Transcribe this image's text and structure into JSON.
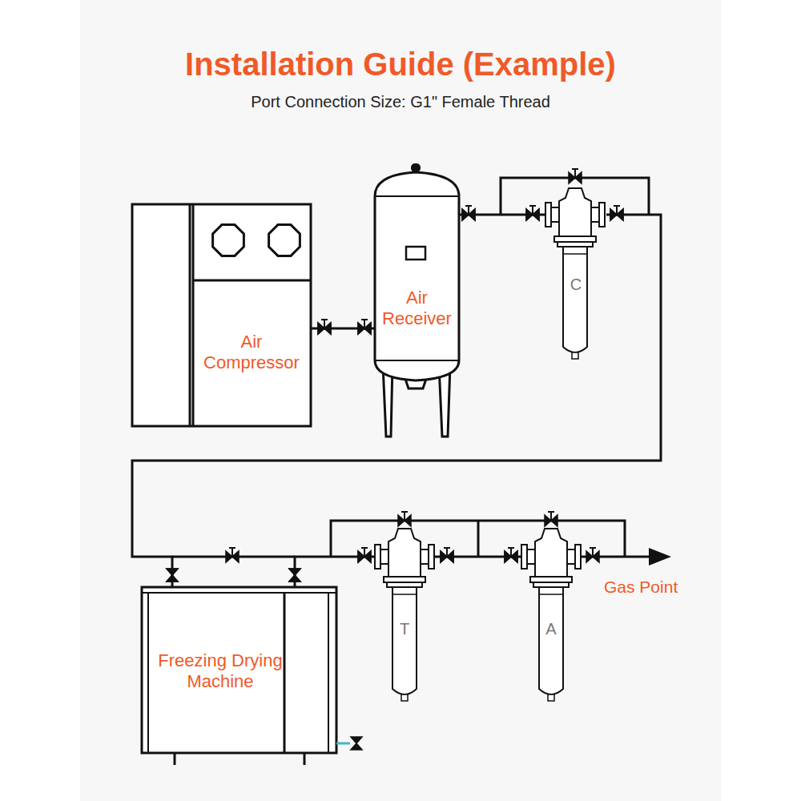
{
  "diagram": {
    "title": "Installation Guide (Example)",
    "caption": "Port Connection Size: G1\" Female Thread",
    "nodes": [
      {
        "text": [
          "Air Compressor"
        ]
      },
      {
        "text": [
          "Air Receiver"
        ]
      },
      {
        "text": [
          "C"
        ]
      },
      {
        "text": [
          "Freezing Drying Machine"
        ]
      },
      {
        "text": [
          "T"
        ]
      },
      {
        "text": [
          "A"
        ]
      }
    ],
    "edges": [
      {
        "from": 0,
        "to": 1,
        "arrow": "none"
      },
      {
        "from": 1,
        "to": 2,
        "arrow": "none"
      },
      {
        "from": 2,
        "to": 3,
        "arrow": "none"
      },
      {
        "from": 3,
        "to": 4,
        "arrow": "none"
      },
      {
        "from": 4,
        "to": 5,
        "arrow": "none"
      }
    ],
    "labels": [
      "Gas Point"
    ]
  }
}
